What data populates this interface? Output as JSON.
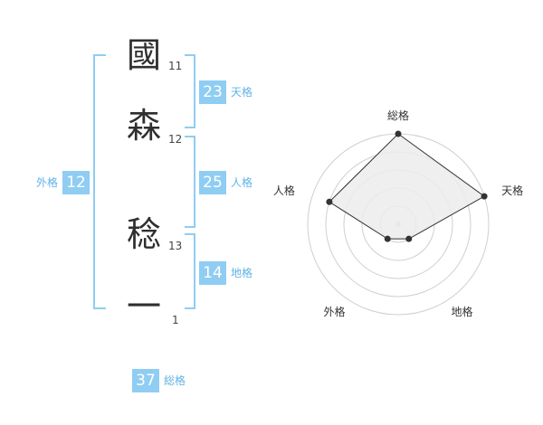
{
  "name_chars": [
    {
      "char": "國",
      "strokes": "11"
    },
    {
      "char": "森",
      "strokes": "12"
    },
    {
      "char": "稔",
      "strokes": "13"
    },
    {
      "char": "一",
      "strokes": "1"
    }
  ],
  "scores": {
    "tenkaku": {
      "value": "23",
      "label": "天格"
    },
    "jinkaku": {
      "value": "25",
      "label": "人格"
    },
    "chikaku": {
      "value": "14",
      "label": "地格"
    },
    "gaikaku": {
      "value": "12",
      "label": "外格"
    },
    "soukaku": {
      "value": "37",
      "label": "総格"
    }
  },
  "chart_data": {
    "type": "radar",
    "axes": [
      "総格",
      "天格",
      "地格",
      "外格",
      "人格"
    ],
    "values": [
      5,
      5,
      1,
      1,
      4
    ],
    "max": 5,
    "rings": 5,
    "colors": {
      "fill": "#ececec",
      "line": "#333333",
      "ring": "#cfcfcf",
      "center": "#cccccc",
      "accent": "#8fcdf3"
    }
  }
}
